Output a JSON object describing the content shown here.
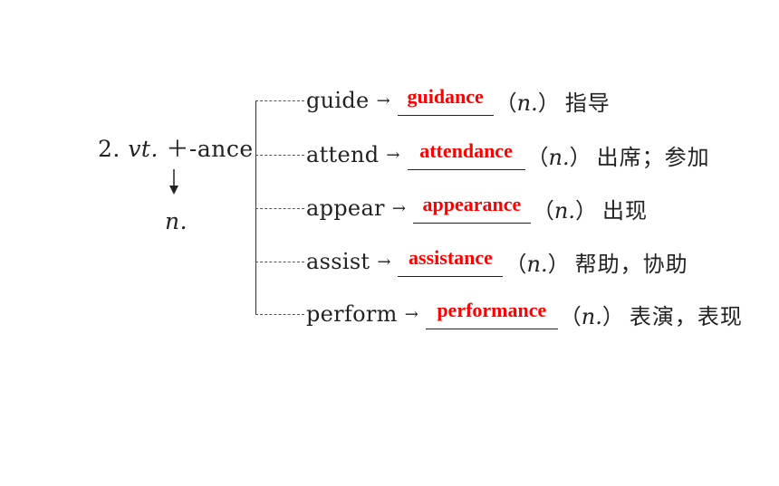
{
  "rule": {
    "number": "2.",
    "pos_from": "vt.",
    "suffix": "＋-ance",
    "arrow": "↓",
    "pos_to": "n."
  },
  "pos_tag": {
    "open": "（",
    "label": "n.",
    "close": "）"
  },
  "arrow_glyph": "→",
  "rows": [
    {
      "base": "guide",
      "answer": "guidance",
      "meaning": "指导"
    },
    {
      "base": "attend",
      "answer": "attendance",
      "meaning": "出席；参加"
    },
    {
      "base": "appear",
      "answer": "appearance",
      "meaning": "出现"
    },
    {
      "base": "assist",
      "answer": "assistance",
      "meaning": "帮助，协助"
    },
    {
      "base": "perform",
      "answer": "performance",
      "meaning": "表演，表现"
    }
  ],
  "colors": {
    "answer": "#ff0000",
    "text": "#222222"
  }
}
